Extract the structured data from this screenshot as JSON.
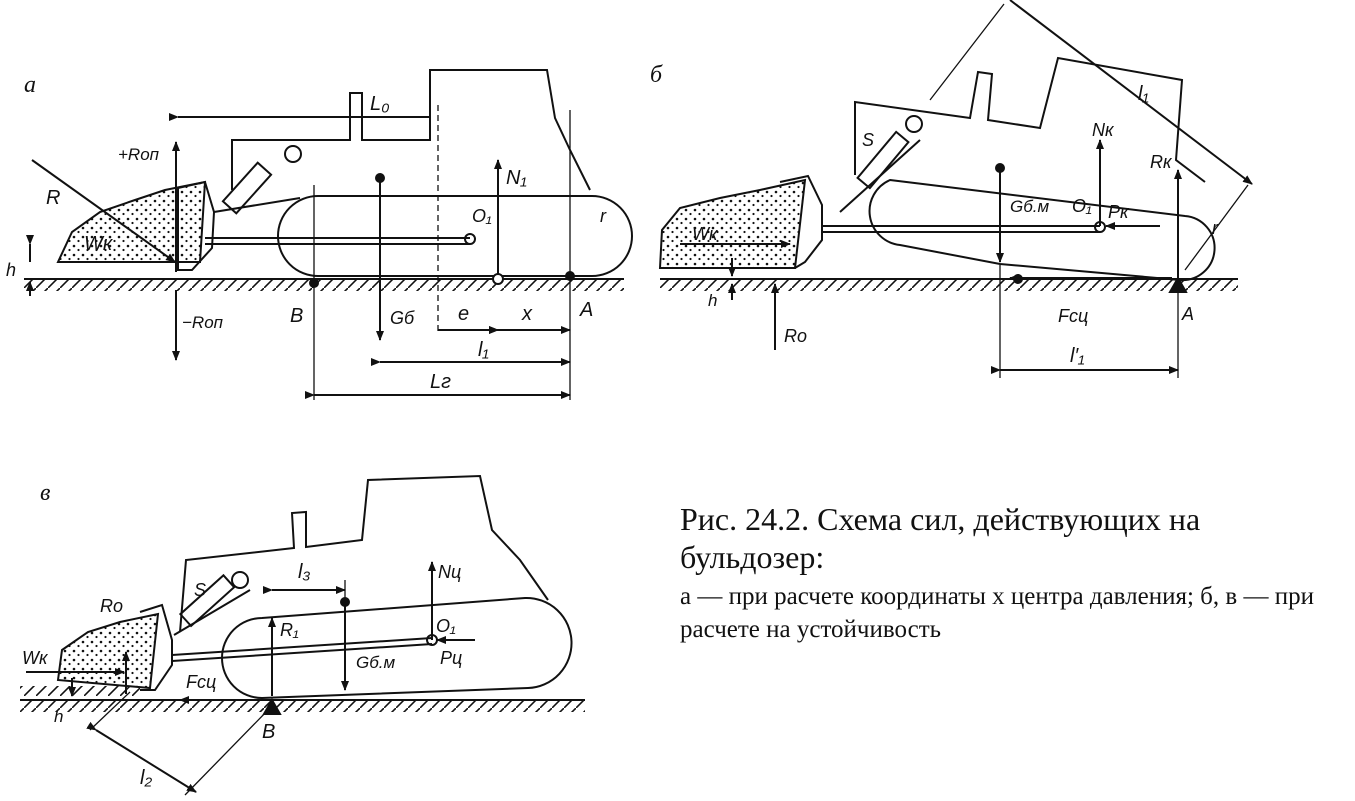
{
  "caption": {
    "title": "Рис. 24.2. Схема сил, действующих на бульдозер:",
    "subtitle": "а — при расчете координаты x центра давления; б, в — при расчете на устойчивость"
  },
  "panels": [
    {
      "letter": "а",
      "labels": [
        "L₀",
        "+Rоп",
        "R",
        "N₁",
        "O₁",
        "r",
        "Wк",
        "h",
        "−Rоп",
        "B",
        "Gб",
        "e",
        "x",
        "A",
        "l₁",
        "Lг"
      ]
    },
    {
      "letter": "б",
      "labels": [
        "l₁",
        "S",
        "Nк",
        "Rк",
        "Gб.м",
        "O₁",
        "Pк",
        "Wк",
        "h",
        "r",
        "Rо",
        "Fсц",
        "A",
        "l′₁"
      ]
    },
    {
      "letter": "в",
      "labels": [
        "Rо",
        "S",
        "l₃",
        "Nц",
        "R₁",
        "O₁",
        "Wк",
        "Pц",
        "Gб.м",
        "Fсц",
        "h",
        "B",
        "l₂"
      ]
    }
  ]
}
